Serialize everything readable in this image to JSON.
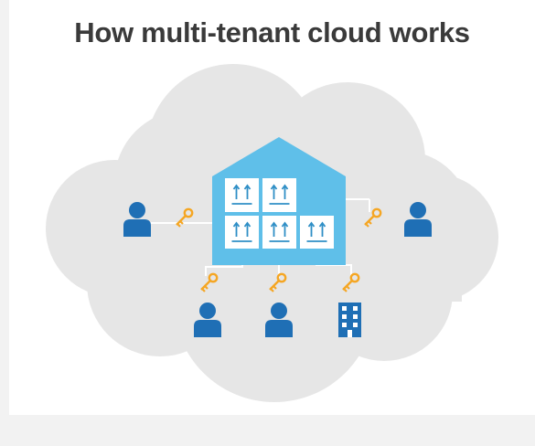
{
  "title": "How multi-tenant cloud works",
  "colors": {
    "title": "#3a3a3a",
    "cloud": "#e6e6e6",
    "building": "#5fbfe9",
    "box": "#ffffff",
    "arrow": "#2f8fc6",
    "connector": "#ffffff",
    "key": "#f5a623",
    "tenant": "#1f6fb5"
  },
  "diagram": {
    "storage_units": 5,
    "tenants": [
      {
        "type": "person",
        "icon": "person-icon"
      },
      {
        "type": "person",
        "icon": "person-icon"
      },
      {
        "type": "person",
        "icon": "person-icon"
      },
      {
        "type": "person",
        "icon": "person-icon"
      },
      {
        "type": "organization",
        "icon": "office-building-icon"
      }
    ],
    "keys": 5,
    "key_icon": "key-icon",
    "container_icon": "warehouse-icon",
    "background_icon": "cloud-icon"
  }
}
